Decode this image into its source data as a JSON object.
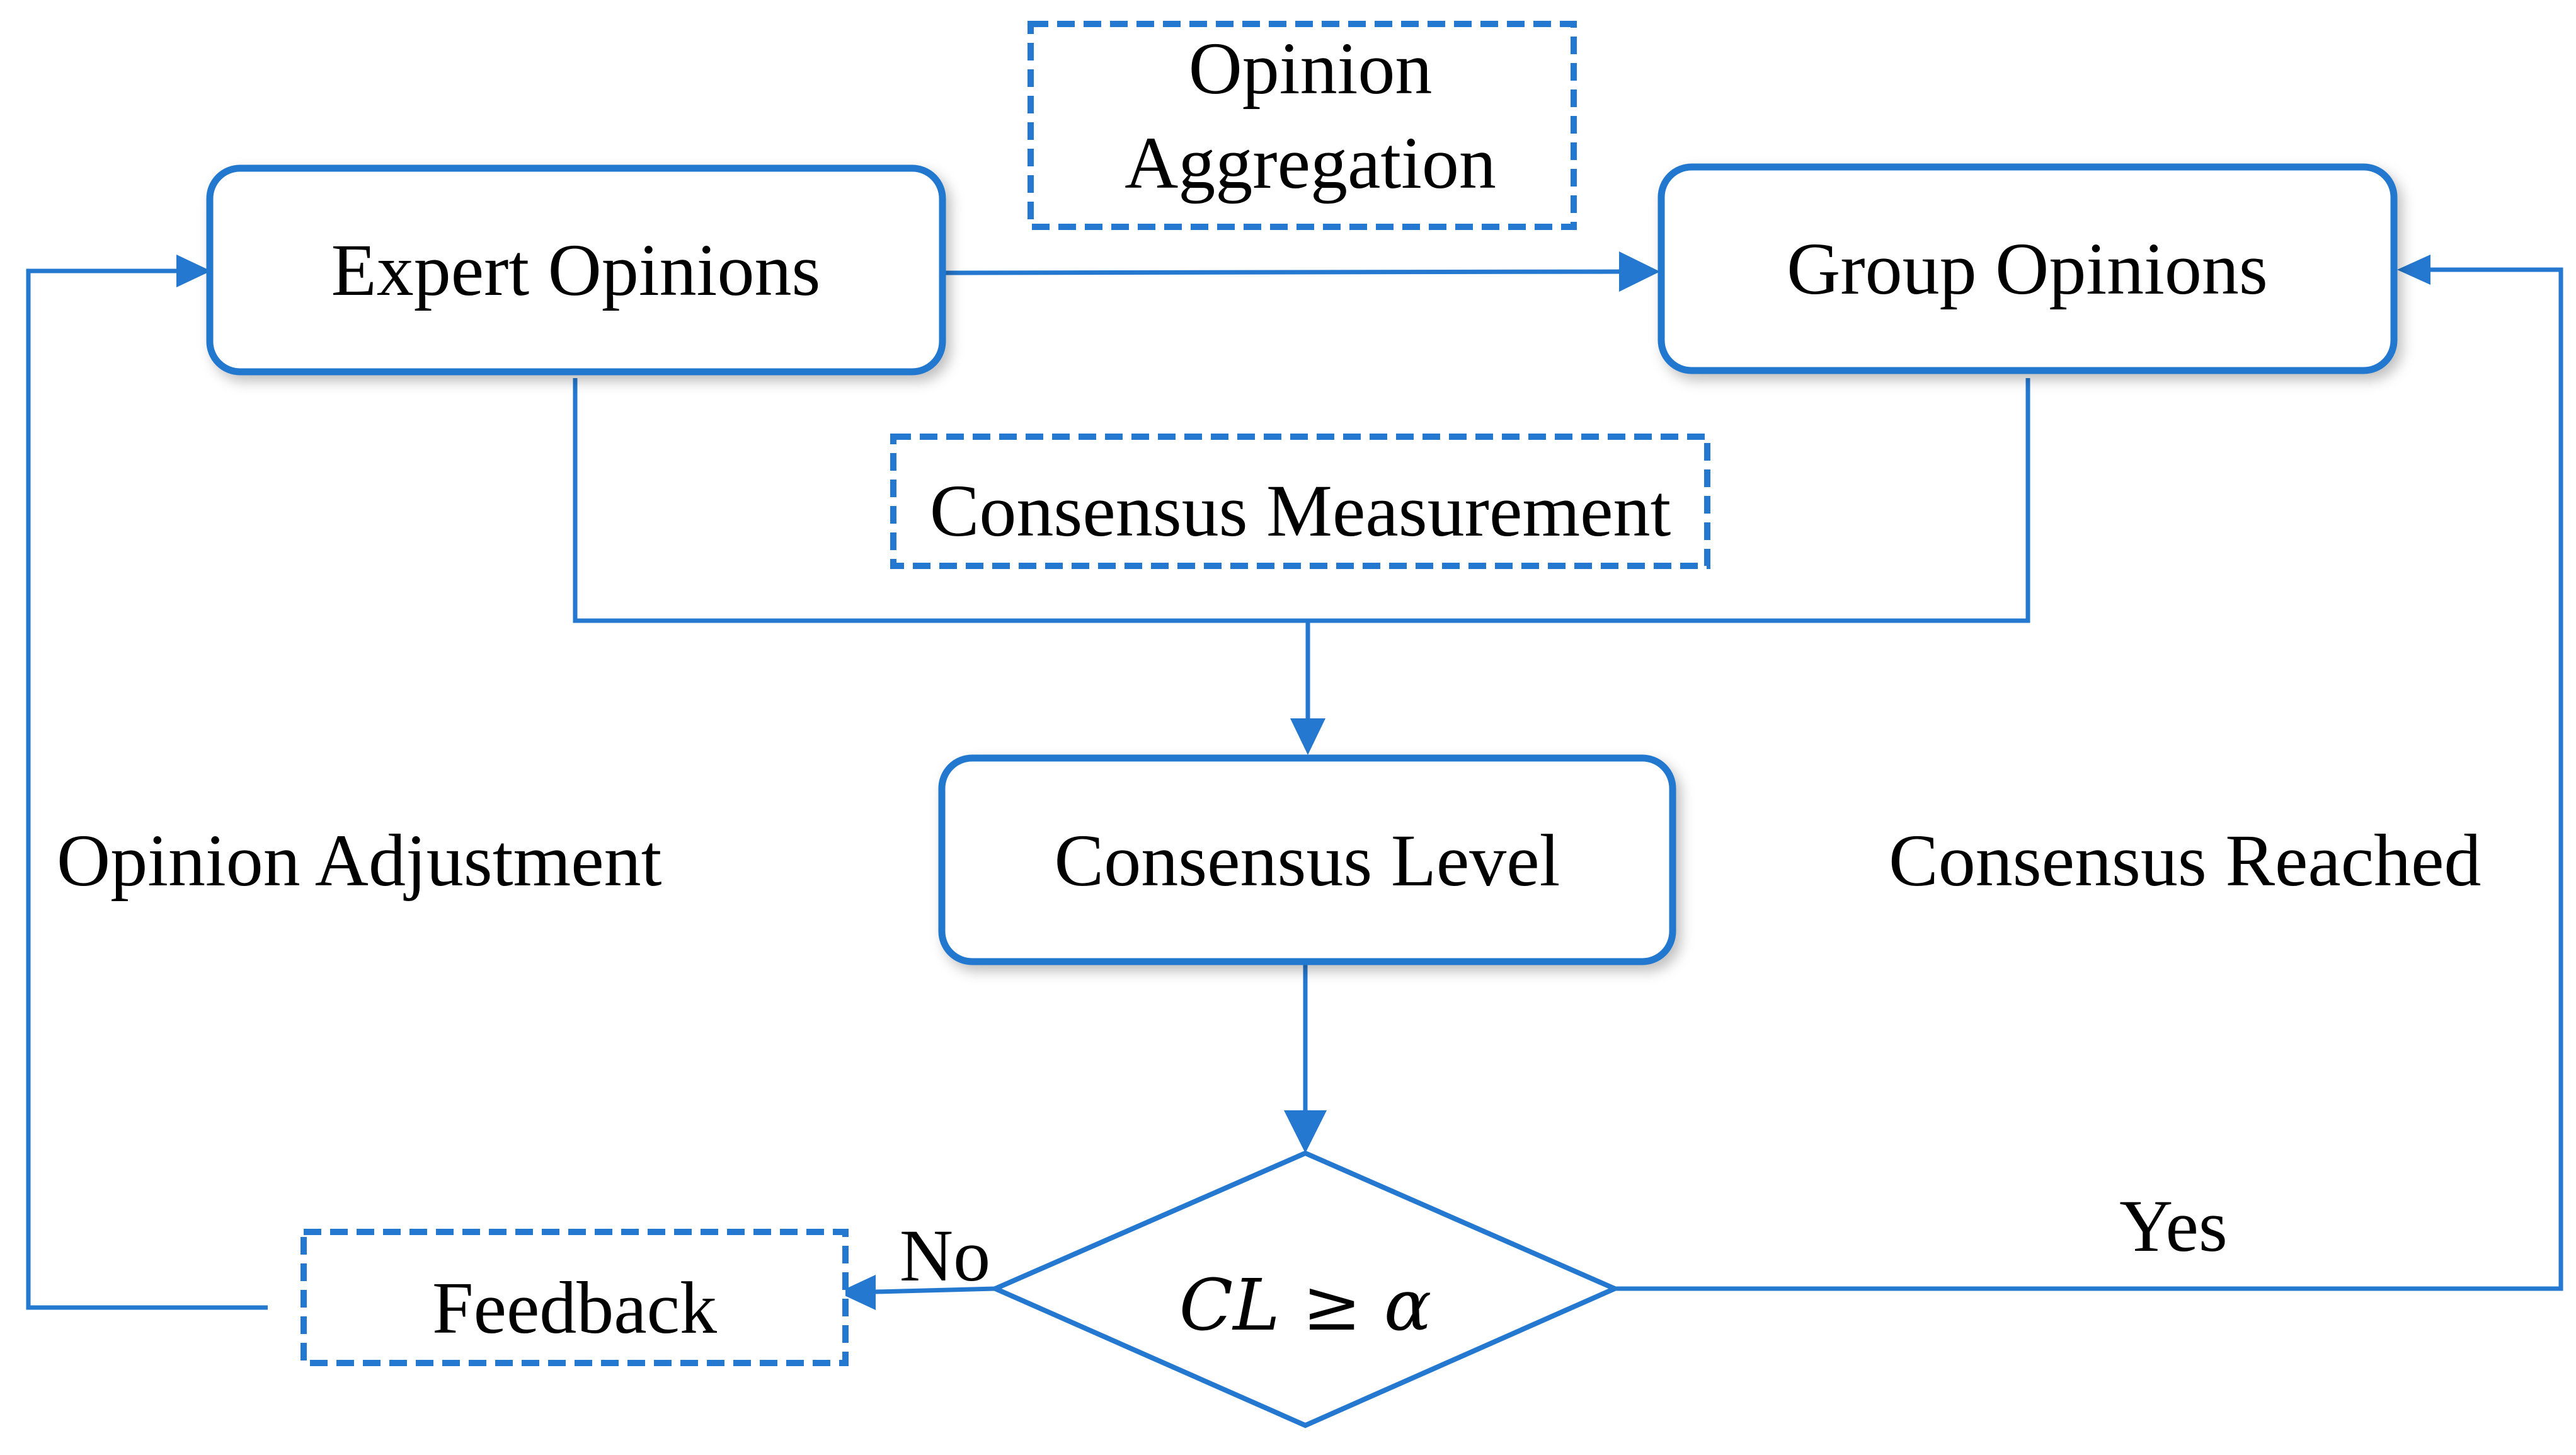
{
  "nodes": {
    "expert_opinions": "Expert Opinions",
    "group_opinions": "Group Opinions",
    "consensus_level": "Consensus Level",
    "decision": "CL ≥ α",
    "feedback": "Feedback"
  },
  "processes": {
    "opinion_aggregation_line1": "Opinion",
    "opinion_aggregation_line2": "Aggregation",
    "consensus_measurement": "Consensus Measurement"
  },
  "edge_labels": {
    "no": "No",
    "yes": "Yes",
    "opinion_adjustment": "Opinion Adjustment",
    "consensus_reached": "Consensus Reached"
  },
  "colors": {
    "accent": "#2478cf",
    "text": "#000000",
    "background": "#ffffff"
  }
}
